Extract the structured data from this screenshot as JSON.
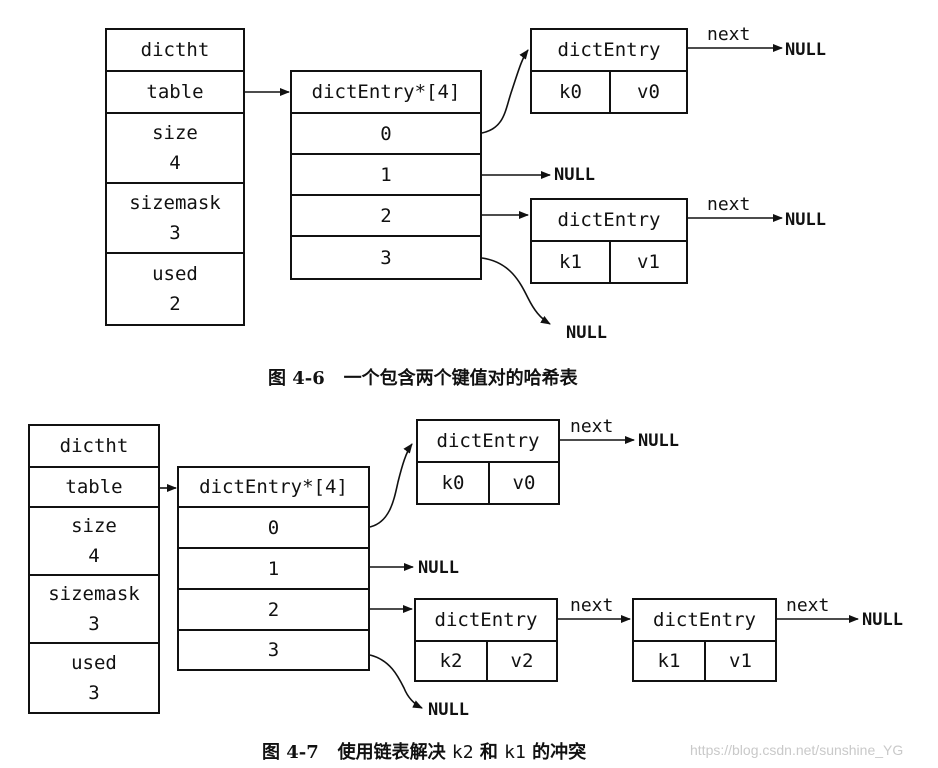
{
  "figure1": {
    "dictht": {
      "header": "dictht",
      "table": "table",
      "size_label": "size",
      "size_value": "4",
      "sizemask_label": "sizemask",
      "sizemask_value": "3",
      "used_label": "used",
      "used_value": "2"
    },
    "array": {
      "header": "dictEntry*[4]",
      "slots": [
        "0",
        "1",
        "2",
        "3"
      ]
    },
    "entry_a": {
      "header": "dictEntry",
      "key": "k0",
      "value": "v0"
    },
    "entry_b": {
      "header": "dictEntry",
      "key": "k1",
      "value": "v1"
    },
    "next_label": "next",
    "null_label": "NULL",
    "caption_prefix": "图 4-6",
    "caption_text": "一个包含两个键值对的哈希表"
  },
  "figure2": {
    "dictht": {
      "header": "dictht",
      "table": "table",
      "size_label": "size",
      "size_value": "4",
      "sizemask_label": "sizemask",
      "sizemask_value": "3",
      "used_label": "used",
      "used_value": "3"
    },
    "array": {
      "header": "dictEntry*[4]",
      "slots": [
        "0",
        "1",
        "2",
        "3"
      ]
    },
    "entry_a": {
      "header": "dictEntry",
      "key": "k0",
      "value": "v0"
    },
    "entry_b": {
      "header": "dictEntry",
      "key": "k2",
      "value": "v2"
    },
    "entry_c": {
      "header": "dictEntry",
      "key": "k1",
      "value": "v1"
    },
    "next_label": "next",
    "null_label": "NULL",
    "caption_prefix": "图 4-7",
    "caption_part1": "使用链表解决",
    "caption_k2": "k2",
    "caption_and": "和",
    "caption_k1": "k1",
    "caption_part2": "的冲突"
  },
  "watermark": "https://blog.csdn.net/sunshine_YG"
}
